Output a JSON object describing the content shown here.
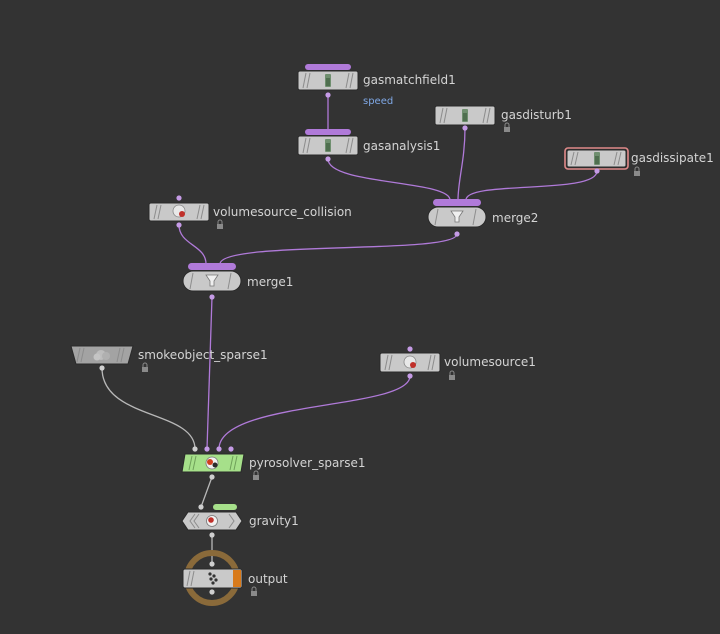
{
  "network": {
    "nodes": {
      "gasmatchfield1": {
        "label": "gasmatchfield1",
        "sublabel": "speed",
        "icon": "gas-microsolver-icon"
      },
      "gasanalysis1": {
        "label": "gasanalysis1",
        "icon": "gas-microsolver-icon"
      },
      "gasdisturb1": {
        "label": "gasdisturb1",
        "icon": "gas-microsolver-icon"
      },
      "gasdissipate1": {
        "label": "gasdissipate1",
        "icon": "gas-microsolver-icon"
      },
      "volumesource_collision": {
        "label": "volumesource_collision",
        "icon": "volume-source-icon"
      },
      "merge2": {
        "label": "merge2",
        "icon": "merge-funnel-icon"
      },
      "merge1": {
        "label": "merge1",
        "icon": "merge-funnel-icon"
      },
      "smokeobject_sparse1": {
        "label": "smokeobject_sparse1",
        "icon": "smoke-object-icon"
      },
      "volumesource1": {
        "label": "volumesource1",
        "icon": "volume-source-icon"
      },
      "pyrosolver_sparse1": {
        "label": "pyrosolver_sparse1",
        "icon": "pyro-solver-icon"
      },
      "gravity1": {
        "label": "gravity1",
        "icon": "gravity-icon"
      },
      "output": {
        "label": "output",
        "icon": "output-icon"
      }
    },
    "colors": {
      "background": "#333333",
      "wire_purple": "#b07ad9",
      "wire_grey": "#b8b8b8",
      "node_grey": "#c9c9c9",
      "solver_green": "#a6e08a",
      "output_orange": "#d87a1a",
      "output_ring": "#8a6a3a"
    }
  }
}
